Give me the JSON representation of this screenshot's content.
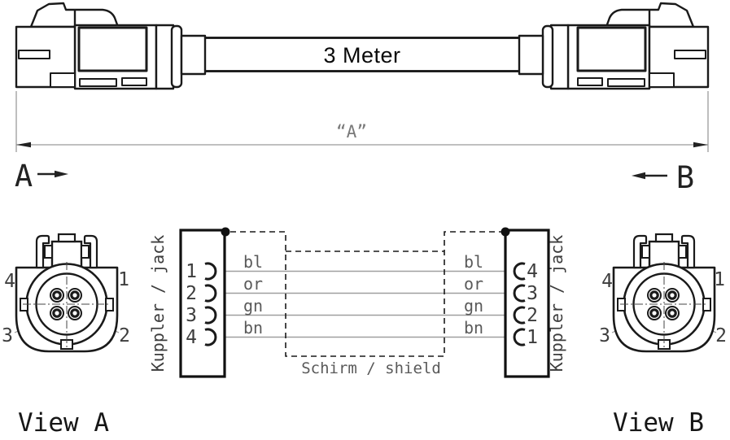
{
  "drawing": {
    "cable_length_label": "3 Meter",
    "dimension_label": "“A”",
    "end_a_label": "A",
    "end_b_label": "B"
  },
  "wiring_diagram": {
    "left_connector": {
      "side_label": "Kuppler / jack",
      "pin_numbers": [
        "1",
        "2",
        "3",
        "4"
      ]
    },
    "right_connector": {
      "side_label": "Kuppler / jack",
      "pin_numbers": [
        "4",
        "3",
        "2",
        "1"
      ]
    },
    "wire_colors": [
      "bl",
      "or",
      "gn",
      "bn"
    ],
    "shield_label": "Schirm / shield"
  },
  "connector_views": {
    "view_a": {
      "title": "View A",
      "pins": {
        "top_left": "4",
        "top_right": "1",
        "bottom_left": "3",
        "bottom_right": "2"
      }
    },
    "view_b": {
      "title": "View B",
      "pins": {
        "top_left": "4",
        "top_right": "1",
        "bottom_left": "3",
        "bottom_right": "2"
      }
    }
  },
  "colors": {
    "ink": "#1a1a1a",
    "dim_gray": "#9a9a9a",
    "wire_gray": "#9f9f9f",
    "label_gray": "#4a4a4a",
    "background": "#ffffff"
  }
}
